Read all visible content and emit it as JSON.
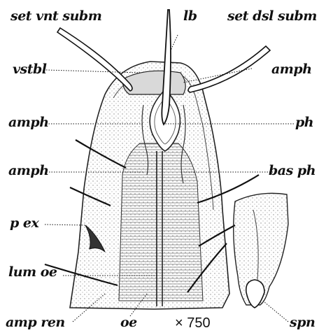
{
  "labels": {
    "set_vnt_subm": "set vnt subm",
    "lb": "lb",
    "set_dsl_subm": "set dsl subm",
    "vstbl": "vstbl",
    "amph_top_right": "amph",
    "amph_left_1": "amph",
    "ph": "ph",
    "amph_left_2": "amph",
    "bas_ph": "bas ph",
    "p_ex": "p ex",
    "lum_oe": "lum oe",
    "amp_ren": "amp ren",
    "oe": "oe",
    "spn": "spn"
  },
  "magnification": "× 750",
  "colors": {
    "ink": "#111111",
    "stipple": "#bdbdbd",
    "background": "#ffffff"
  }
}
